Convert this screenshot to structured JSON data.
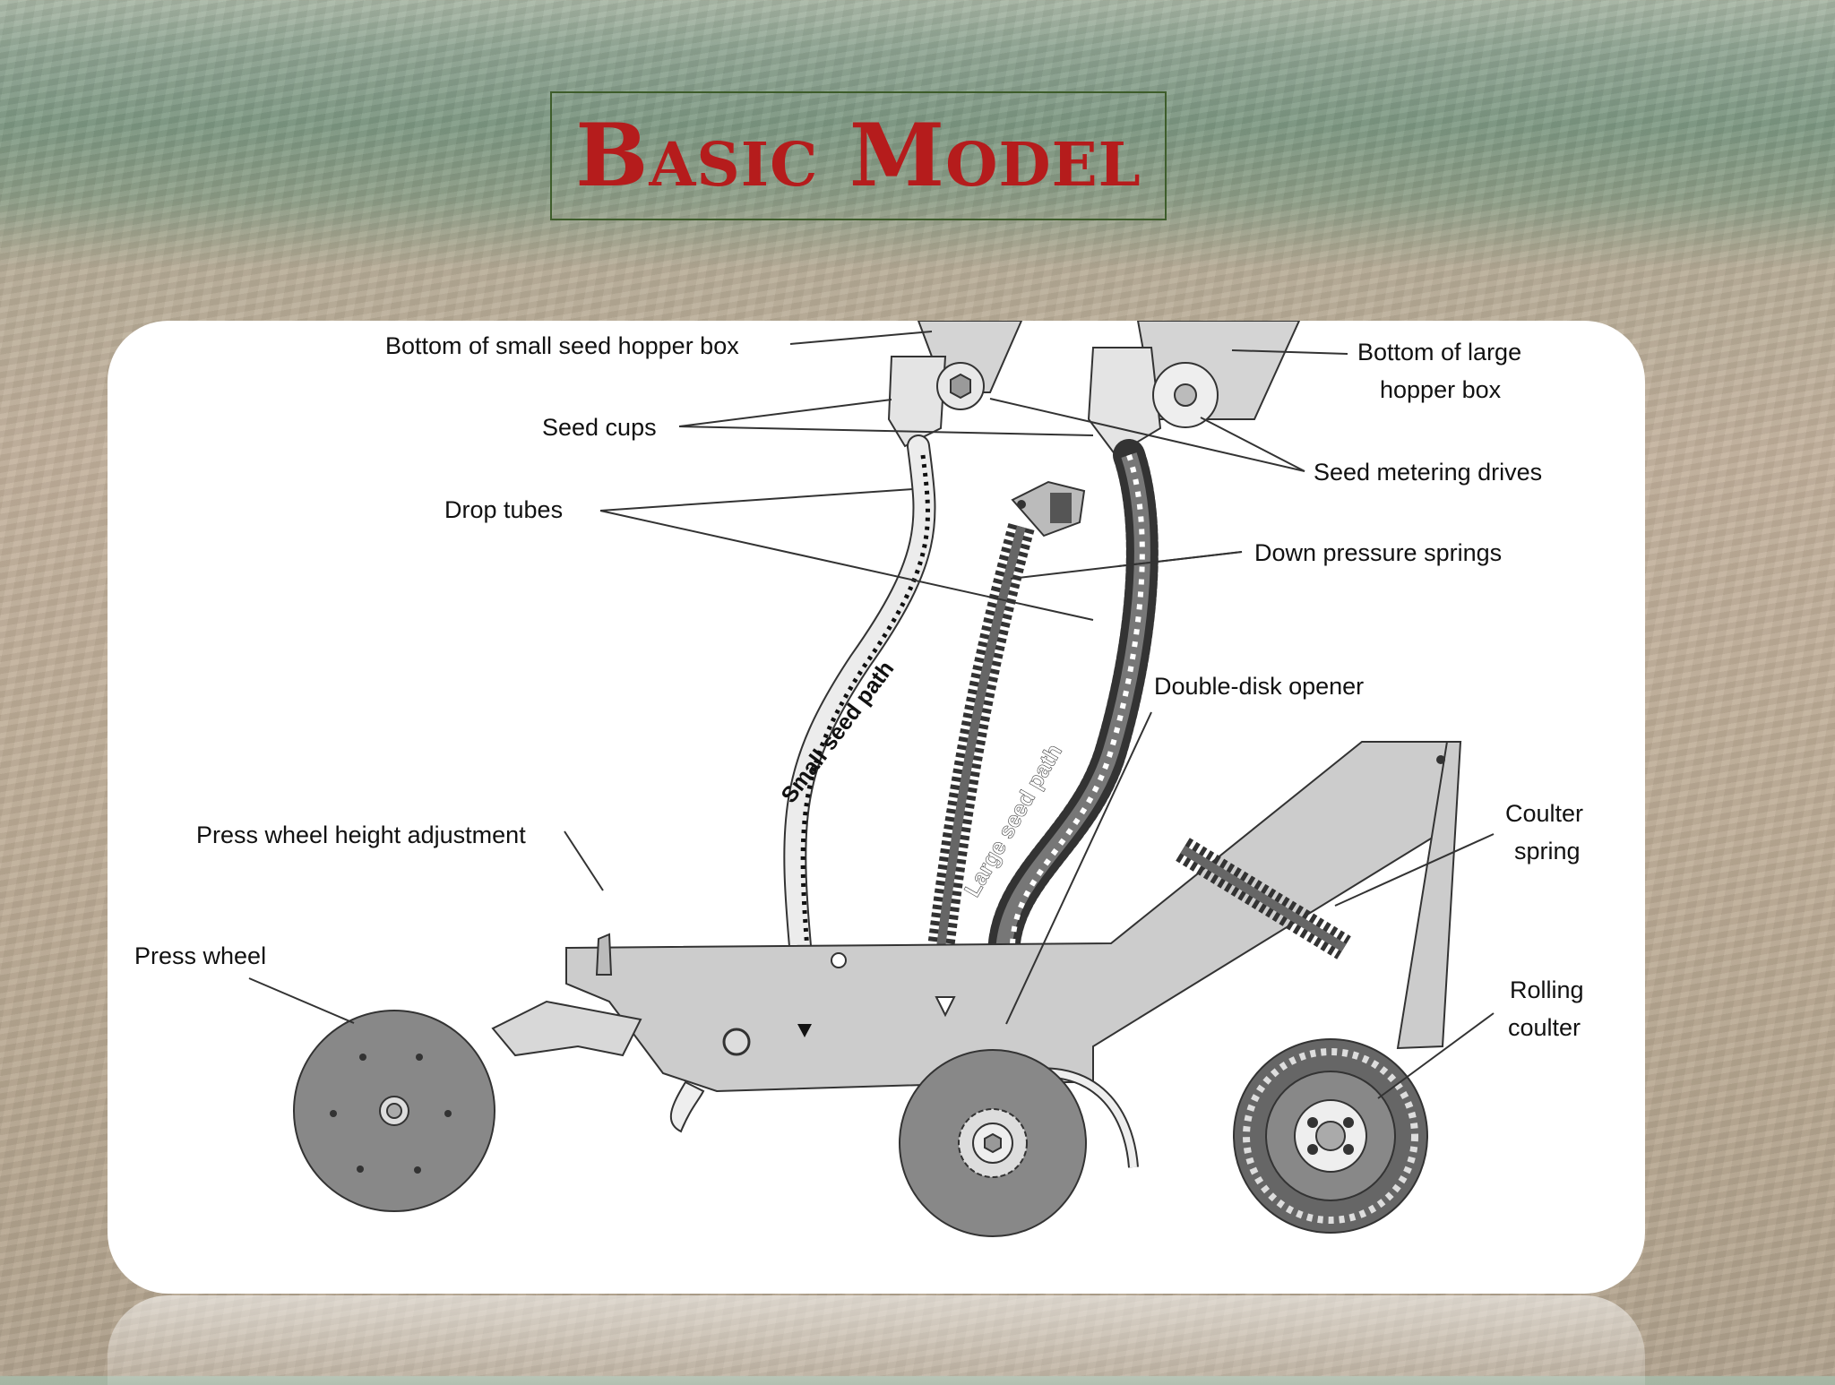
{
  "title": "Basic Model",
  "labels": {
    "small_hopper": "Bottom of small seed hopper box",
    "large_hopper_1": "Bottom of large",
    "large_hopper_2": "hopper box",
    "seed_cups": "Seed cups",
    "seed_metering": "Seed metering drives",
    "drop_tubes": "Drop tubes",
    "down_pressure": "Down pressure springs",
    "double_disk": "Double-disk opener",
    "press_adjust": "Press wheel height adjustment",
    "press_wheel": "Press wheel",
    "coulter_spring_1": "Coulter",
    "coulter_spring_2": "spring",
    "rolling_coulter_1": "Rolling",
    "rolling_coulter_2": "coulter",
    "small_path": "Small seed path",
    "large_path": "Large seed path"
  },
  "colors": {
    "title": "#b51c1c",
    "frame": "#c8c8c8",
    "wheel": "#777777",
    "line": "#333333"
  }
}
